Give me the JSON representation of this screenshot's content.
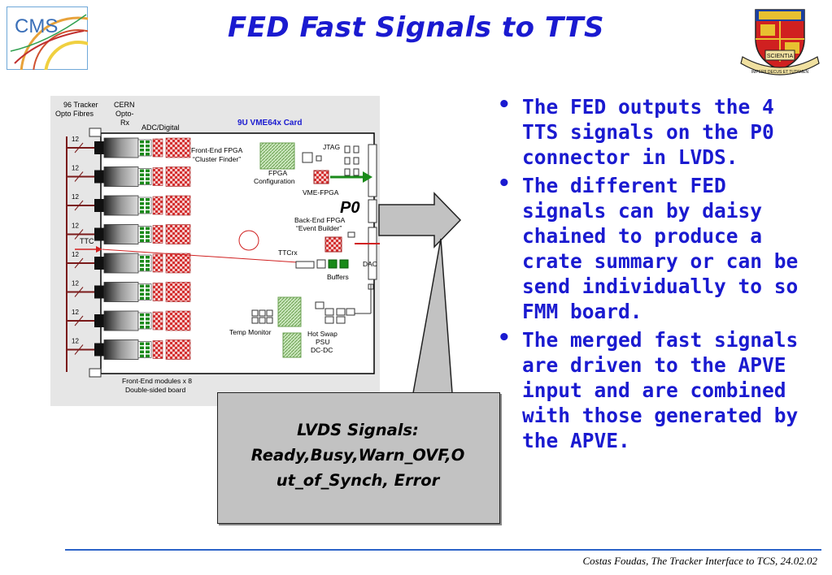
{
  "slide": {
    "title": "FED Fast Signals to TTS",
    "logo_text": "CMS",
    "crest_motto": "IMPERII DECUS ET TUTAMEN",
    "crest_banner": "SCIENTIA",
    "bullets": [
      "The FED outputs the 4 TTS signals on the P0 connector in LVDS.",
      "The different FED signals can by daisy chained to produce a crate summary or can be send individually to so FMM board.",
      "The merged fast signals are driven to the APVE input and are combined with those generated by the APVE."
    ],
    "callout": {
      "line1": "LVDS Signals:",
      "line2": "Ready,Busy,Warn_OVF,O",
      "line3": "ut_of_Synch, Error"
    },
    "footer": "Costas Foudas, The Tracker Interface to TCS, 24.02.02"
  },
  "diagram": {
    "fibres_label_1": "96 Tracker",
    "fibres_label_2": "Opto Fibres",
    "cern_label_1": "CERN",
    "cern_label_2": "Opto-",
    "cern_label_3": "Rx",
    "adc_label": "ADC/Digital",
    "card_label": "9U VME64x Card",
    "fe_fpga_1": "Front-End FPGA",
    "fe_fpga_2": "“Cluster Finder”",
    "jtag": "JTAG",
    "fpga_cfg_1": "FPGA",
    "fpga_cfg_2": "Configuration",
    "vme_fpga": "VME-FPGA",
    "p0": "P0",
    "be_fpga_1": "Back-End FPGA",
    "be_fpga_2": "“Event Builder”",
    "ttc": "TTC",
    "ttcrx": "TTCrx",
    "dac": "DAC",
    "buffers": "Buffers",
    "temp_monitor": "Temp Monitor",
    "hot_swap_1": "Hot Swap",
    "hot_swap_2": "PSU",
    "hot_swap_3": "DC-DC",
    "fe_modules_1": "Front-End modules x 8",
    "fe_modules_2": "Double-sided board",
    "fibre_count": "12"
  }
}
